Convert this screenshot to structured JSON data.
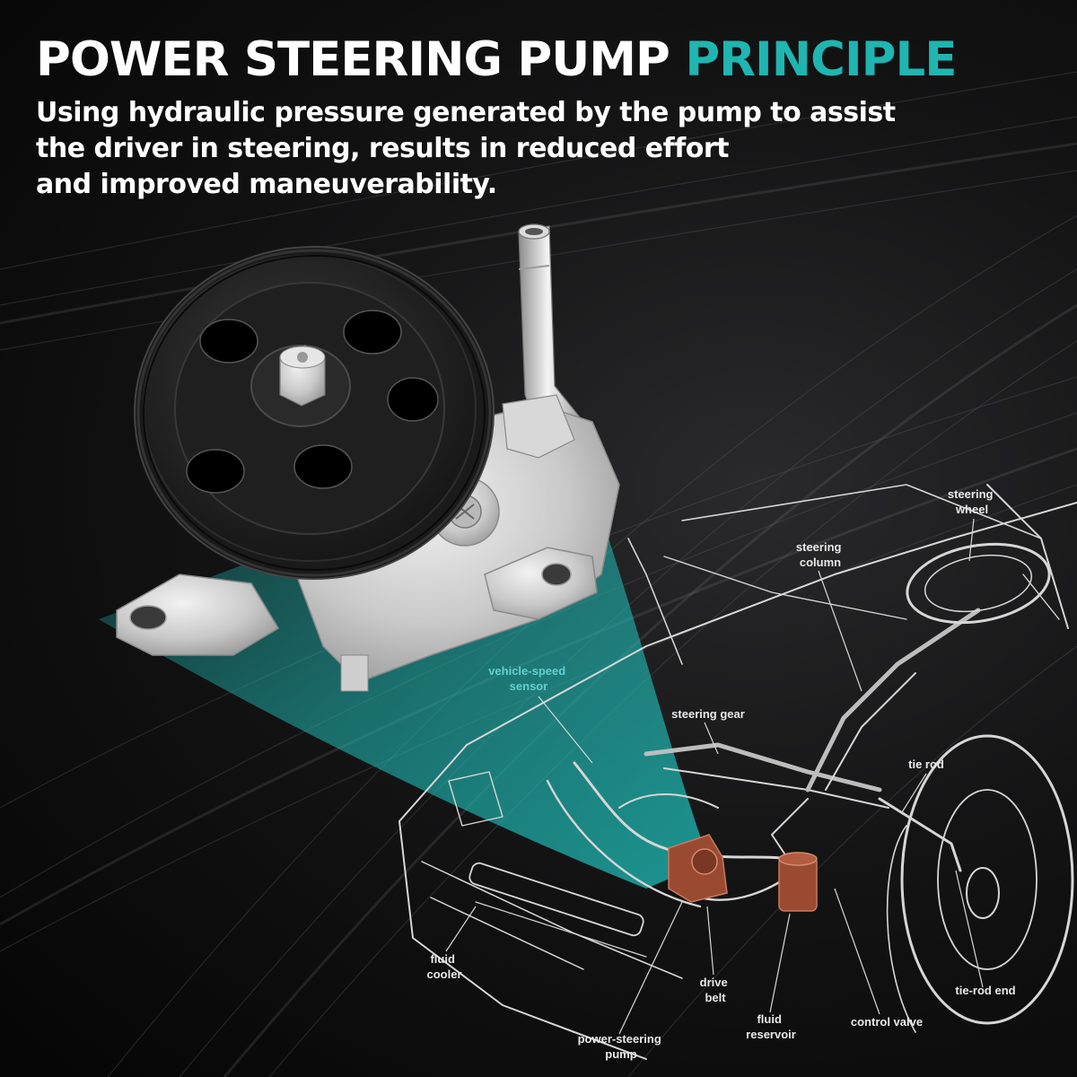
{
  "header": {
    "title_main": "POWER STEERING PUMP",
    "title_accent": "PRINCIPLE",
    "subtitle_lines": [
      "Using hydraulic pressure generated by the pump to assist",
      "the driver in steering, results in reduced effort",
      "and improved maneuverability."
    ]
  },
  "diagram": {
    "labels": {
      "steering_wheel": [
        "steering",
        "wheel"
      ],
      "steering_column": [
        "steering",
        "column"
      ],
      "vehicle_speed_sensor": [
        "vehicle-speed",
        "sensor"
      ],
      "steering_gear": "steering gear",
      "tie_rod": "tie rod",
      "fluid_cooler": [
        "fluid",
        "cooler"
      ],
      "drive_belt": [
        "drive",
        "belt"
      ],
      "fluid_reservoir": [
        "fluid",
        "reservoir"
      ],
      "power_steering_pump": [
        "power-steering",
        "pump"
      ],
      "control_valve": "control valve",
      "tie_rod_end": "tie-rod end"
    }
  },
  "colors": {
    "accent": "#1fb5b0",
    "highlight": "#9b4a32",
    "background": "#0b0b0c"
  }
}
